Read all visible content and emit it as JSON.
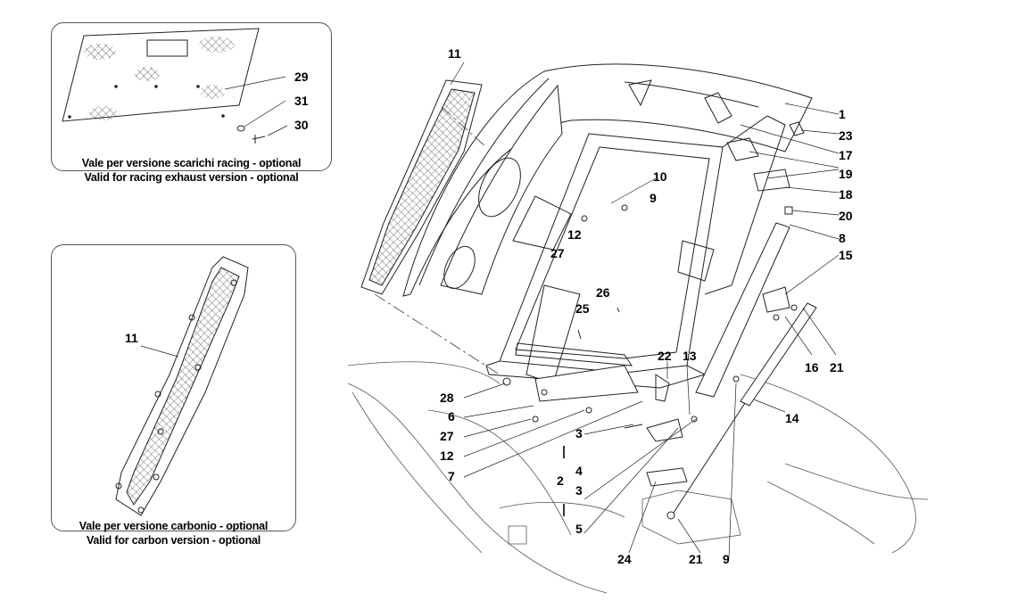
{
  "insets": {
    "racing": {
      "caption_it": "Vale per versione scarichi racing - optional",
      "caption_en": "Valid for racing exhaust version - optional",
      "labels": [
        "29",
        "31",
        "30"
      ]
    },
    "carbon": {
      "caption_it": "Vale per versione carbonio - optional",
      "caption_en": "Valid for carbon version - optional",
      "labels": [
        "11"
      ]
    }
  },
  "callouts": {
    "c1": "1",
    "c23": "23",
    "c17": "17",
    "c19": "19",
    "c18": "18",
    "c20": "20",
    "c8": "8",
    "c15": "15",
    "c16": "16",
    "c21a": "21",
    "c14": "14",
    "c11": "11",
    "c10": "10",
    "c9a": "9",
    "c12a": "12",
    "c27a": "27",
    "c26": "26",
    "c25": "25",
    "c22": "22",
    "c13": "13",
    "c28": "28",
    "c6": "6",
    "c27b": "27",
    "c12b": "12",
    "c7": "7",
    "c3a": "3",
    "c4": "4",
    "c2": "2",
    "c3b": "3",
    "c5": "5",
    "c24": "24",
    "c21b": "21",
    "c9b": "9"
  }
}
